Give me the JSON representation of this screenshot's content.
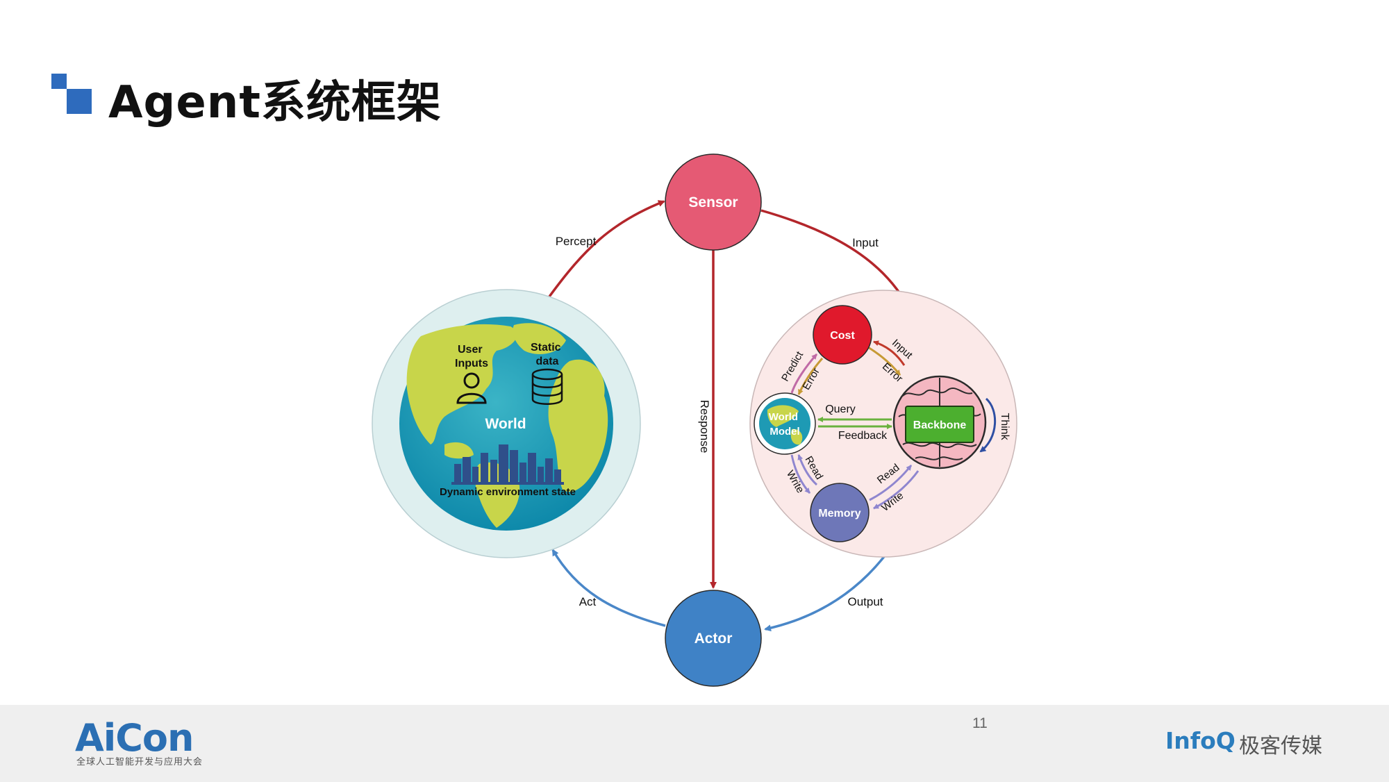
{
  "slide": {
    "title": "Agent系统框架",
    "page_number": "11"
  },
  "nodes": {
    "sensor": "Sensor",
    "actor": "Actor",
    "world": "World",
    "user_inputs": "User Inputs",
    "static_data": "Static data",
    "dynamic_env": "Dynamic environment state",
    "cost": "Cost",
    "world_model": "World Model",
    "backbone": "Backbone",
    "memory": "Memory"
  },
  "edges": {
    "percept": "Percept",
    "input": "Input",
    "response": "Response",
    "act": "Act",
    "output": "Output",
    "think": "Think",
    "predict": "Predict",
    "error_left": "Error",
    "input_cost": "Input",
    "error_cost": "Error",
    "query": "Query",
    "feedback": "Feedback",
    "read_left": "Read",
    "write_left": "Write",
    "read_right": "Read",
    "write_right": "Write"
  },
  "colors": {
    "sensor": "#e55a74",
    "actor": "#3f82c6",
    "cost": "#e0192c",
    "memory": "#6e77b8",
    "backbone": "#4caf2f",
    "red_arrow": "#b3262b",
    "blue_arrow": "#4a87c8",
    "green_arrow": "#6ab23e",
    "purple_arrow": "#8f86cf"
  },
  "footer": {
    "aicon": "AiCon",
    "aicon_sub": "全球人工智能开发与应用大会",
    "infoq": "InfoQ",
    "infoq_cn": "极客传媒"
  }
}
